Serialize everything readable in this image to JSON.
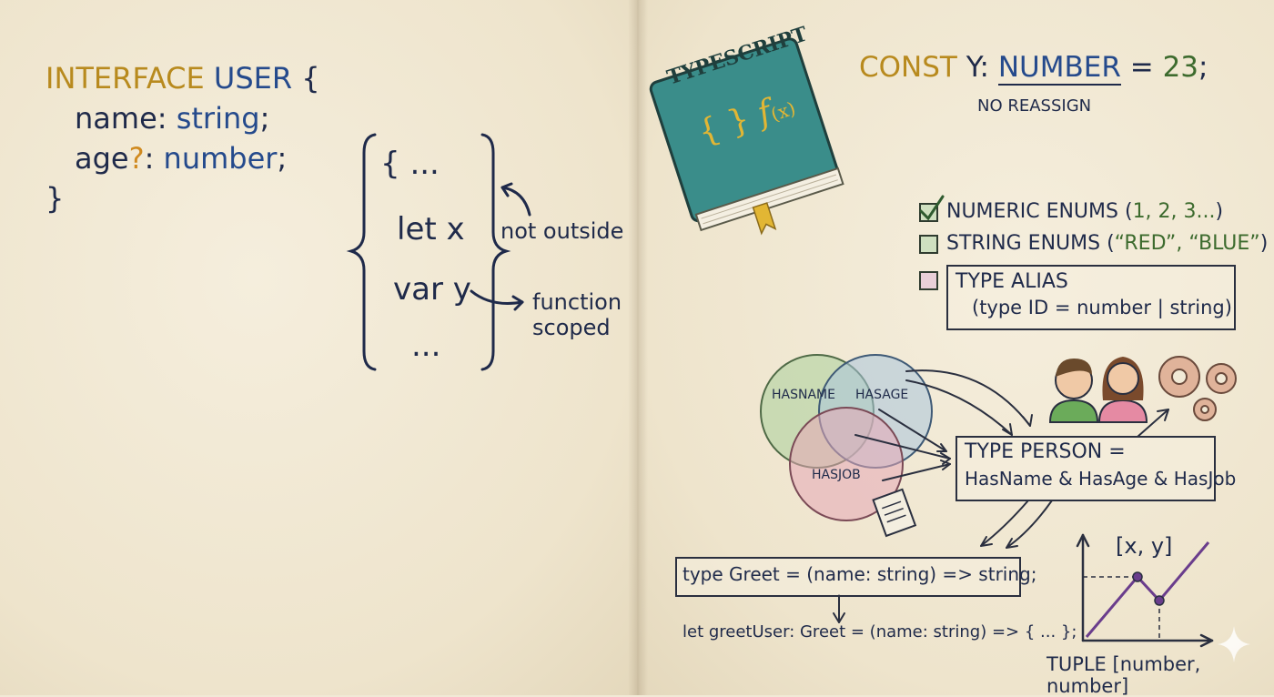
{
  "interface_block": {
    "line1_kw": "INTERFACE",
    "line1_name": "USER",
    "line1_brace": "{",
    "line2_prop": "name:",
    "line2_type": "string",
    "line2_end": ";",
    "line3_prop": "age",
    "line3_opt": "?",
    "line3_colon": ":",
    "line3_type": "number",
    "line3_end": ";",
    "line4_close": "}"
  },
  "scope_block": {
    "line1": "{ ...",
    "line2": "let x",
    "line3": "var y",
    "line4": "...",
    "note_not_outside": "not outside",
    "note_function_1": "function",
    "note_function_2": "scoped"
  },
  "book": {
    "title": "TYPESCRIPT",
    "glyphs": "{ }",
    "fx": "f",
    "fx_arg": "(x)"
  },
  "const_line": {
    "kw": "CONST",
    "var": "Y:",
    "type": "NUMBER",
    "eq": "=",
    "value": "23",
    "end": ";",
    "note": "NO REASSIGN"
  },
  "enums": [
    {
      "prefix": "NUMERIC ENUMS (",
      "detail": "1, 2, 3...",
      "suffix": ")",
      "checked": true,
      "color": "#cfe0c0"
    },
    {
      "prefix": "STRING ENUMS (",
      "detail": "“RED”, “BLUE”",
      "suffix": ")",
      "checked": false,
      "color": "#cfe0c0"
    },
    {
      "prefix": "TYPE ALIAS",
      "detail": "(type ID = number | string)",
      "suffix": "",
      "checked": false,
      "color": "#e9cfd8"
    }
  ],
  "venn": {
    "a": "HASNAME",
    "b": "HASAGE",
    "c": "HASJOB",
    "colors": {
      "a": "#a9cf9a",
      "b": "#a9c4dc",
      "c": "#e6a7b6"
    }
  },
  "type_person": {
    "line1": "TYPE PERSON =",
    "line2": "HasName & HasAge & HasJob"
  },
  "greet": {
    "type_line": "type Greet = (name: string) => string;",
    "let_line": "let greetUser: Greet = (name: string) => { ... };"
  },
  "tuple": {
    "label": "[x, y]",
    "caption": "TUPLE [number, number]",
    "line_color": "#6a3d8c"
  },
  "icons": [
    "book-icon",
    "people-icon",
    "gears-icon",
    "notepad-icon",
    "sparkle-icon"
  ]
}
